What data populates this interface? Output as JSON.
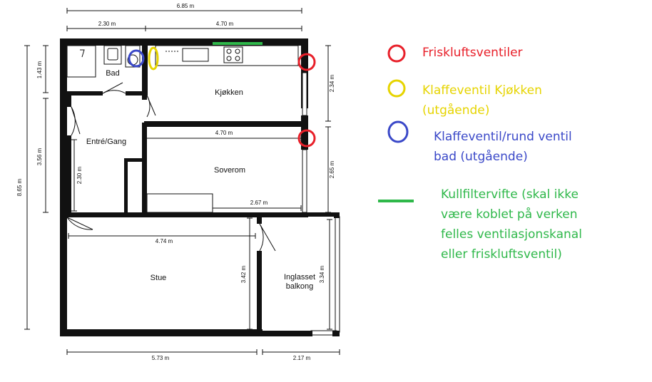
{
  "colors": {
    "wall": "#111111",
    "dim_line": "#111111",
    "red": "#e8202a",
    "yellow": "#e6d400",
    "blue": "#3a48c8",
    "green": "#2fb84a"
  },
  "top_caption": "",
  "dimensions": {
    "overall_width": "6.85 m",
    "bad_width": "2.30 m",
    "kitchen_width": "4.70 m",
    "bad_height": "1.43 m",
    "entre_height": "3.56 m",
    "overall_height": "8.65 m",
    "kitchen_height": "2.34 m",
    "soverom_width": "4.70 m",
    "corridor_len": "2.30 m",
    "soverom_height": "2.65 m",
    "soverom_closet": "2.67 m",
    "stue_width": "4.74 m",
    "stue_height": "3.42 m",
    "balkong_height": "3.34 m",
    "bottom_left": "5.73 m",
    "bottom_right": "2.17 m"
  },
  "rooms": {
    "bad": "Bad",
    "kjokken": "Kjøkken",
    "entre": "Entré/Gang",
    "soverom": "Soverom",
    "stue": "Stue",
    "balkong_line1": "Inglasset",
    "balkong_line2": "balkong"
  },
  "legend": {
    "red": "Friskluftsventiler",
    "yellow": "Klaffeventil Kjøkken\n(utgående)",
    "blue": "Klaffeventil/rund ventil\nbad (utgående)",
    "green": "Kullfiltervifte (skal ikke\nvære koblet på verken\nfelles ventilasjonskanal\neller friskluftsventil)"
  }
}
